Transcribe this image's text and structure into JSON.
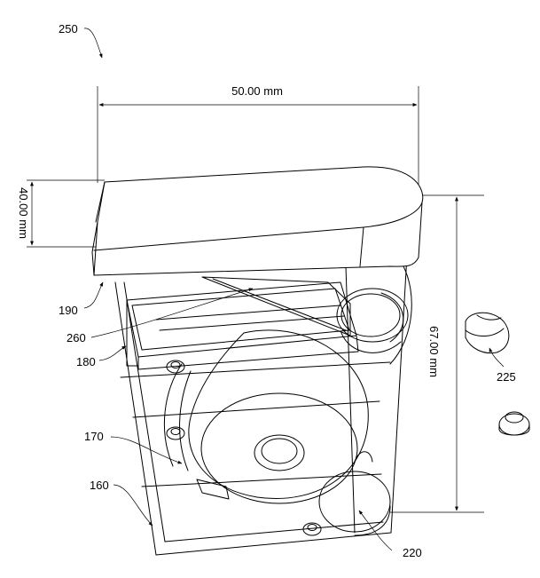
{
  "dimensions": {
    "width": "50.00 mm",
    "lid_height": "40.00 mm",
    "body_height": "67.00 mm"
  },
  "labels": {
    "l250": "250",
    "l190": "190",
    "l260": "260",
    "l180": "180",
    "l170": "170",
    "l160": "160",
    "l225": "225",
    "l220": "220"
  }
}
